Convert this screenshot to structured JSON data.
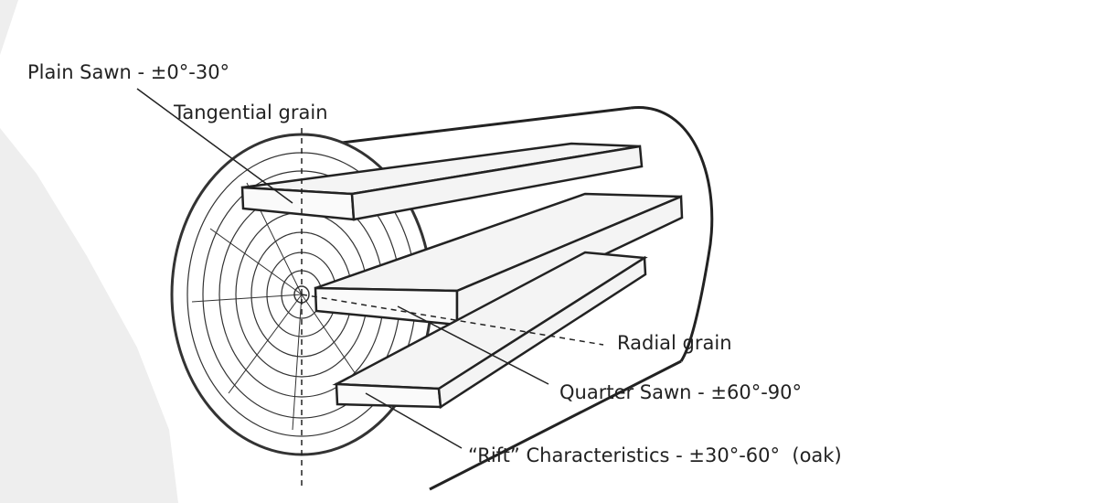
{
  "labels": {
    "plain_sawn": "Plain Sawn - ±0°-30°",
    "tangential": "Tangential grain",
    "radial": "Radial grain",
    "quarter_sawn": "Quarter Sawn - ±60°-90°",
    "rift": "“Rift” Characteristics - ±30°-60°  (oak)"
  },
  "colors": {
    "ink": "#222222",
    "paper": "#ffffff",
    "board": "#f4f4f4"
  }
}
